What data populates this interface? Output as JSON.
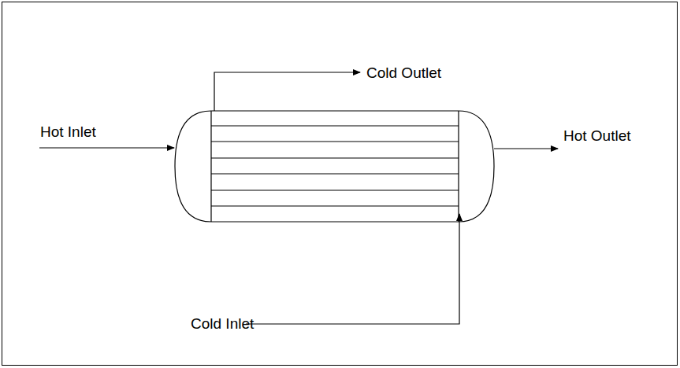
{
  "diagram": {
    "labels": [
      "Cold Outlet",
      "Hot Inlet",
      "Hot Outlet",
      "Cold Inlet"
    ]
  }
}
